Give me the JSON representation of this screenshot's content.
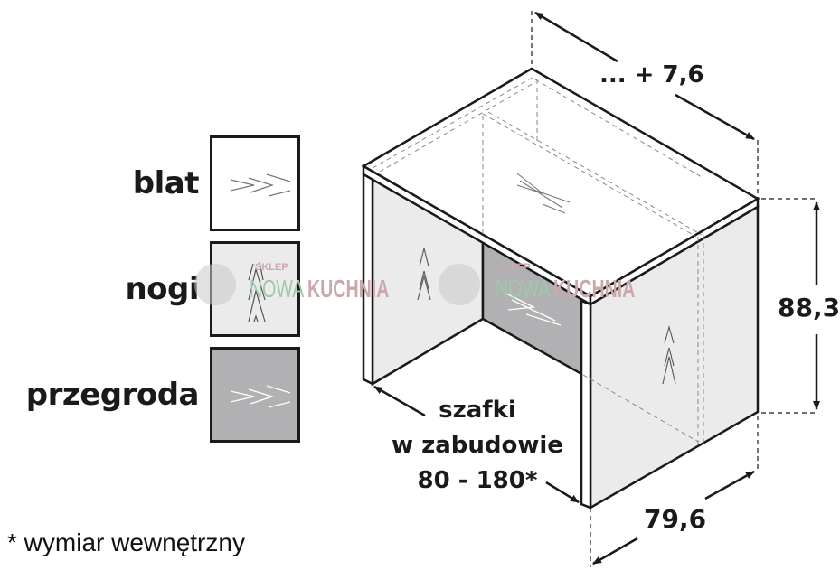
{
  "legend": {
    "items": [
      {
        "label": "blat",
        "fill": "#ffffff",
        "pattern": "horizontal-arrows",
        "pattern_color": "#777777"
      },
      {
        "label": "nogi",
        "fill": "#ebebeb",
        "pattern": "vertical-arrows",
        "pattern_color": "#555555"
      },
      {
        "label": "przegroda",
        "fill": "#b1b1b3",
        "pattern": "horizontal-arrows",
        "pattern_color": "#ffffff"
      }
    ]
  },
  "dimensions": {
    "depth_label": "... + 7,6",
    "height_label": "88,3",
    "width_label": "79,6",
    "opening_label_line1": "szafki",
    "opening_label_line2": "w zabudowie",
    "opening_label_line3": "80 - 180*"
  },
  "footnote": "* wymiar wewnętrzny",
  "watermark": {
    "small": "SKLEP",
    "word1": "NOWA",
    "word2": "KUCHNIA",
    "color1": "#9fc8a8",
    "color2": "#c9a9ab"
  },
  "colors": {
    "outline": "#1a1a1a",
    "top": "#ffffff",
    "legs": "#ebebeb",
    "partition": "#b1b1b3"
  }
}
